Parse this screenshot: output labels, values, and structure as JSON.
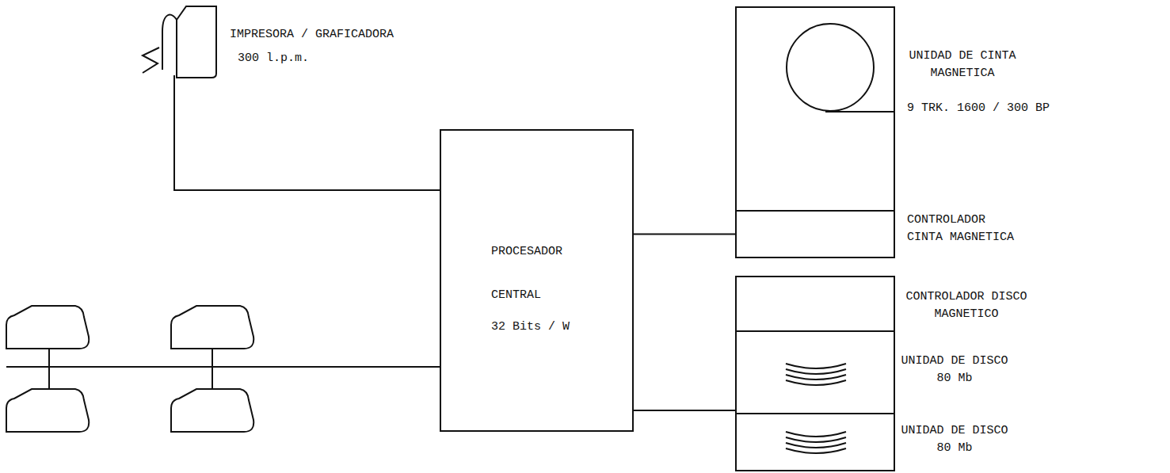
{
  "diagram": {
    "nodes": [
      {
        "text": [
          "IMPRESORA / GRAFICADORA",
          "300 l.p.m."
        ]
      },
      {
        "text": [
          "PROCESADOR CENTRAL",
          "32 Bits / W"
        ]
      },
      {
        "text": [
          "UNIDAD DE CINTA MAGNETICA",
          "9 TRK. 1600 / 300 BP"
        ]
      },
      {
        "text": [
          "CONTROLADOR CINTA MAGNETICA"
        ]
      },
      {
        "text": [
          "CONTROLADOR DISCO MAGNETICO"
        ]
      },
      {
        "text": [
          "UNIDAD DE DISCO 80 Mb"
        ]
      },
      {
        "text": [
          "UNIDAD DE DISCO 80 Mb"
        ]
      }
    ],
    "edges": [
      {
        "from": 0,
        "to": 1,
        "arrow": "none"
      },
      {
        "from": 1,
        "to": 3,
        "arrow": "none"
      },
      {
        "from": 1,
        "to": 5,
        "arrow": "none"
      }
    ]
  }
}
